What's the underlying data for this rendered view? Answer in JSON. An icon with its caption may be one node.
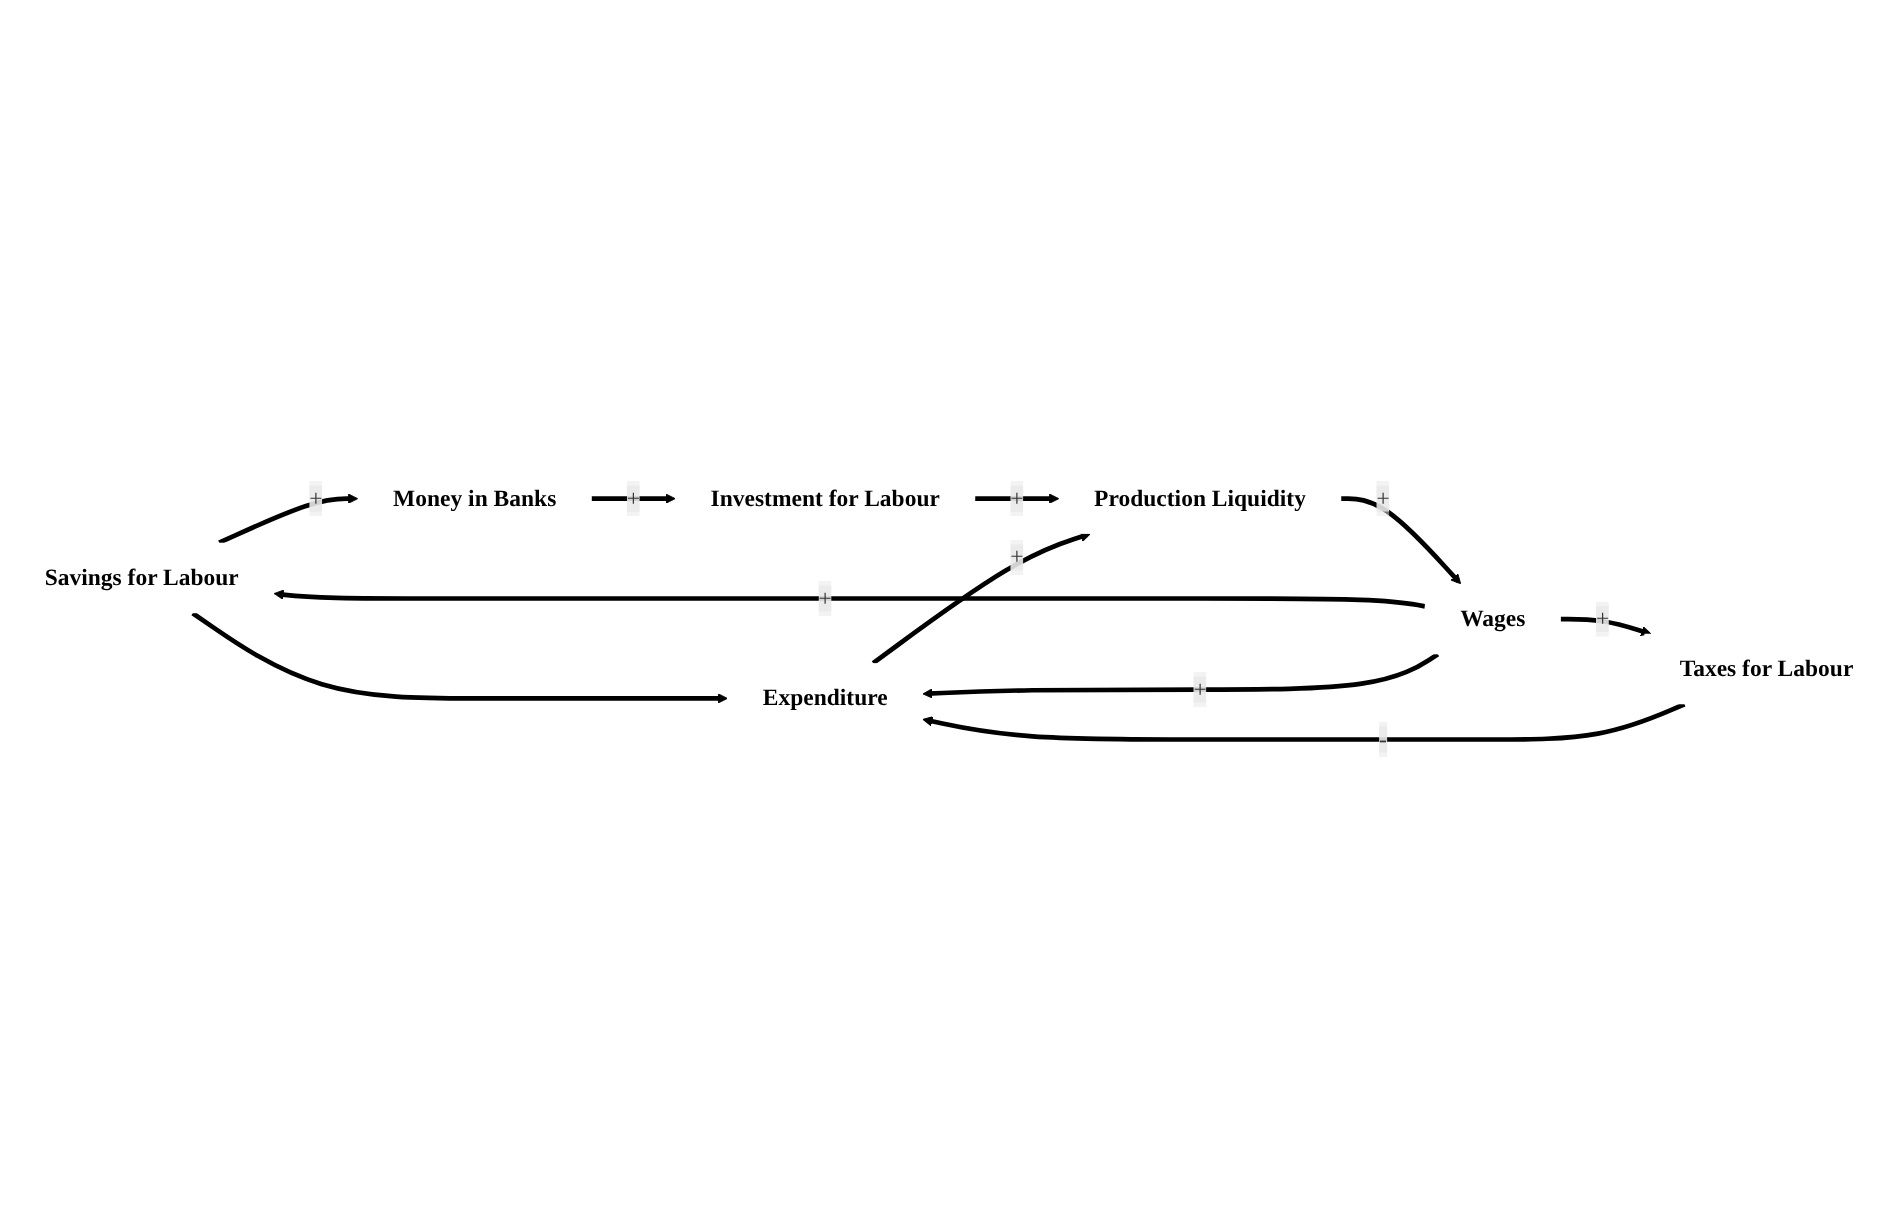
{
  "diagram": {
    "nodes": [
      {
        "text": [
          "Savings for Labour"
        ]
      },
      {
        "text": [
          "Taxes for Labour"
        ]
      },
      {
        "text": [
          "Money in Banks"
        ]
      },
      {
        "text": [
          "Wages"
        ]
      },
      {
        "text": [
          "Expenditure"
        ]
      },
      {
        "text": [
          "Investment for Labour"
        ]
      },
      {
        "text": [
          "Production Liquidity"
        ]
      }
    ],
    "edges": [
      {
        "from": 3,
        "to": 0,
        "arrow": "to",
        "label": "+"
      },
      {
        "from": 3,
        "to": 1,
        "arrow": "to",
        "label": "+"
      },
      {
        "from": 3,
        "to": 4,
        "arrow": "to",
        "label": "+"
      },
      {
        "from": 1,
        "to": 4,
        "arrow": "to",
        "label": "-"
      },
      {
        "from": 0,
        "to": 4,
        "arrow": "to"
      },
      {
        "from": 0,
        "to": 2,
        "arrow": "to",
        "label": "+"
      },
      {
        "from": 2,
        "to": 5,
        "arrow": "to",
        "label": "+"
      },
      {
        "from": 5,
        "to": 6,
        "arrow": "to",
        "label": "+"
      },
      {
        "from": 4,
        "to": 6,
        "arrow": "to",
        "label": "+"
      },
      {
        "from": 6,
        "to": 3,
        "arrow": "to",
        "label": "+"
      }
    ]
  }
}
